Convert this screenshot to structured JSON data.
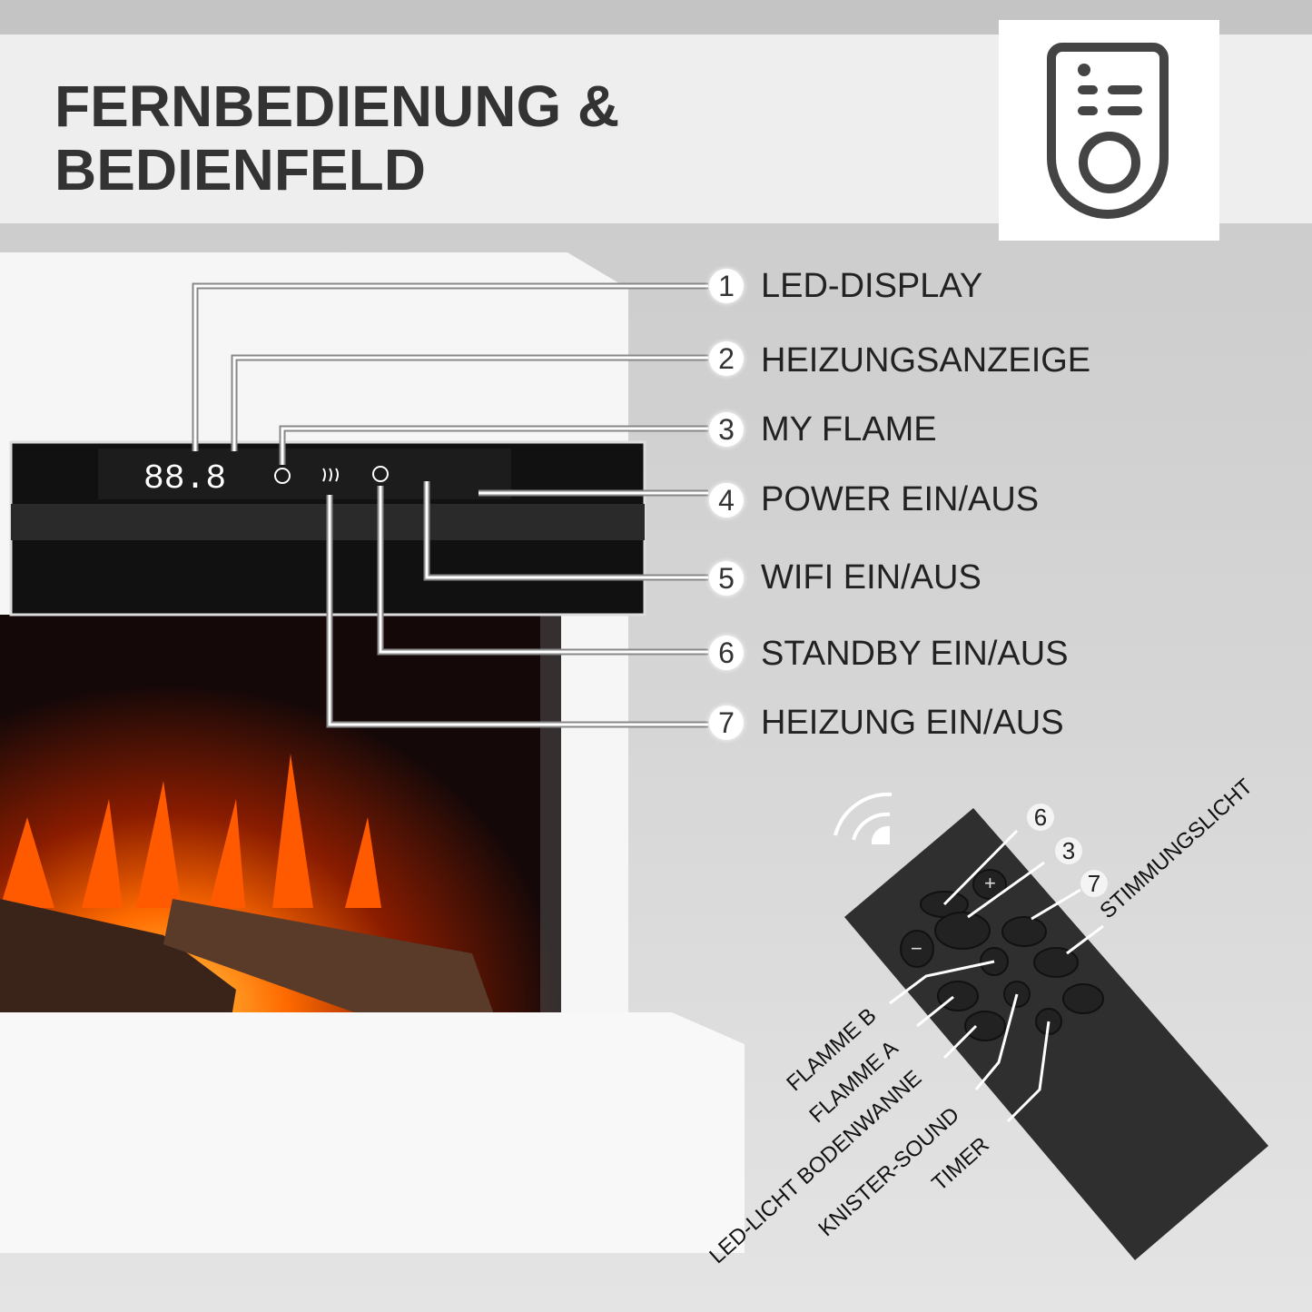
{
  "header": {
    "title_line1": "FERNBEDIENUNG &",
    "title_line2": "BEDIENFELD",
    "icon": "remote-control-icon"
  },
  "panel": {
    "display_text": "88.8"
  },
  "callouts": [
    {
      "number": "1",
      "label": "LED-DISPLAY"
    },
    {
      "number": "2",
      "label": "HEIZUNGSANZEIGE"
    },
    {
      "number": "3",
      "label": "MY FLAME"
    },
    {
      "number": "4",
      "label": "POWER EIN/AUS"
    },
    {
      "number": "5",
      "label": "WIFI EIN/AUS"
    },
    {
      "number": "6",
      "label": "STANDBY EIN/AUS"
    },
    {
      "number": "7",
      "label": "HEIZUNG EIN/AUS"
    }
  ],
  "remote": {
    "numbers": [
      "6",
      "3",
      "7"
    ],
    "labels": [
      "STIMMUNGSLICHT",
      "FLAMME B",
      "FLAMME A",
      "LED-LICHT BODENWANNE",
      "KNISTER-SOUND",
      "TIMER"
    ],
    "buttons": [
      "+",
      "−"
    ]
  },
  "colors": {
    "title": "#333333",
    "remote": "#2f2f2f",
    "flame": "#ff6a00"
  }
}
